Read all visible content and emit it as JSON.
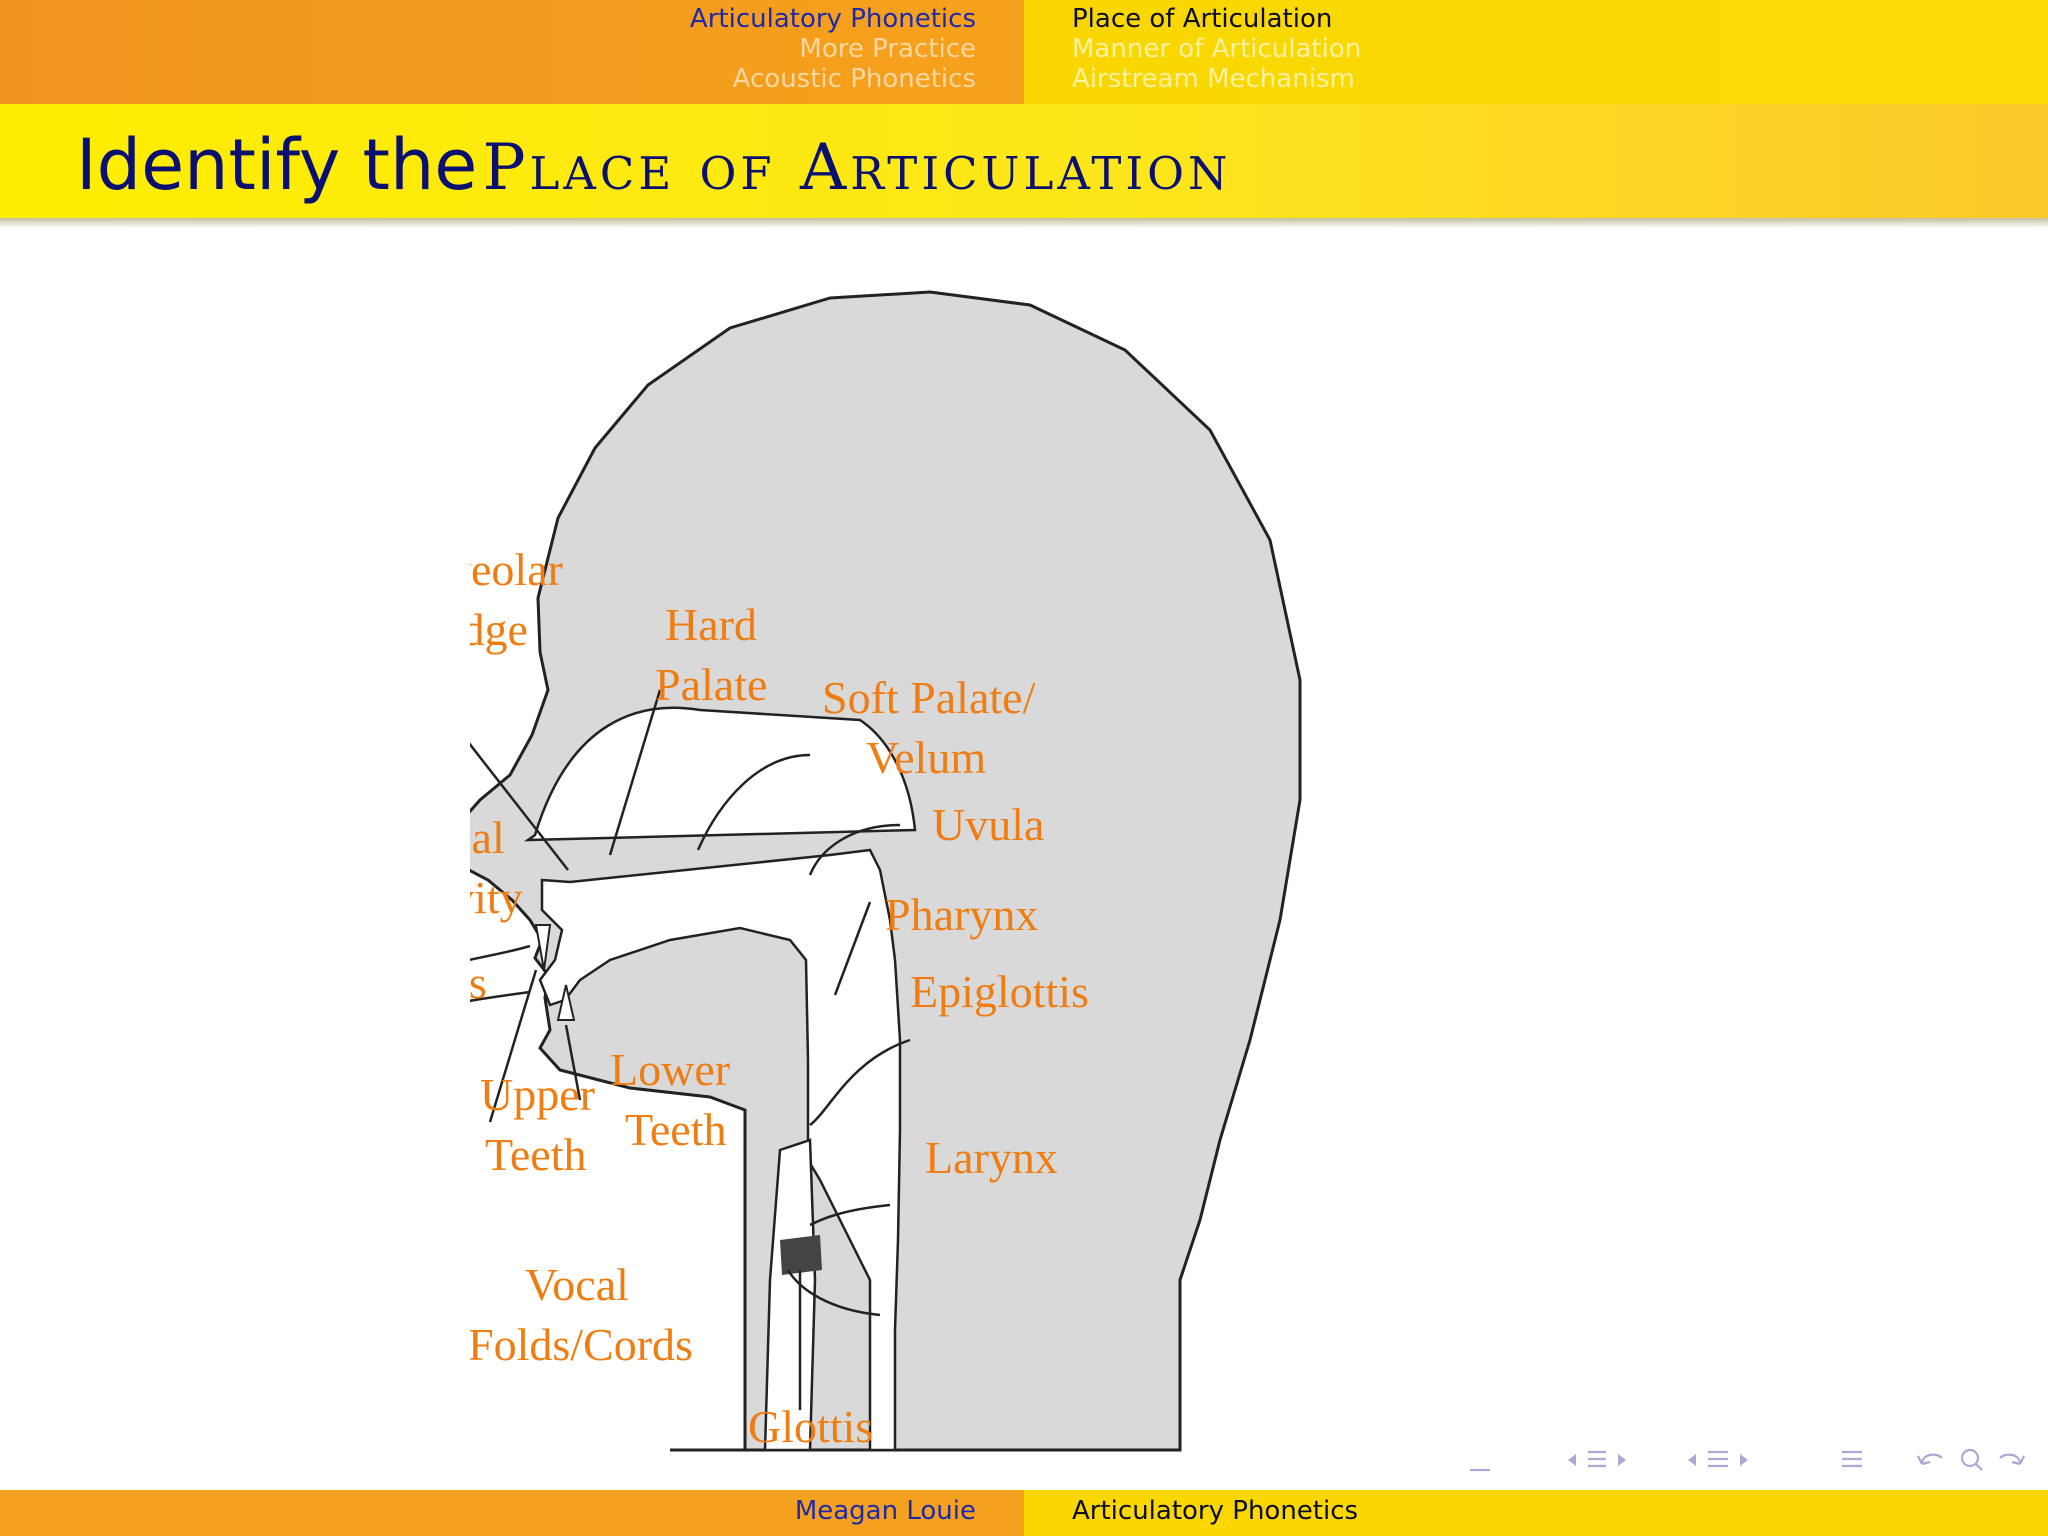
{
  "header": {
    "sections_left": [
      {
        "label": "Articulatory Phonetics",
        "active": true
      },
      {
        "label": "More Practice",
        "active": false
      },
      {
        "label": "Acoustic Phonetics",
        "active": false
      }
    ],
    "sections_right": [
      {
        "label": "Place of Articulation",
        "active": true
      },
      {
        "label": "Manner of Articulation",
        "active": false
      },
      {
        "label": "Airstream Mechanism",
        "active": false
      }
    ]
  },
  "slide": {
    "title_prefix": "Identify the",
    "title_emphasis": "Place of Articulation"
  },
  "diagram": {
    "labels": {
      "alveolar_1": "Alveolar",
      "alveolar_2": "Ridge",
      "hard_palate_1": "Hard",
      "hard_palate_2": "Palate",
      "soft_palate_1": "Soft Palate/",
      "soft_palate_2": "Velum",
      "uvula": "Uvula",
      "nasal_1": "Nasal",
      "nasal_2": "Cavity",
      "pharynx": "Pharynx",
      "lips": "Lips",
      "epiglottis": "Epiglottis",
      "upper_teeth_1": "Upper",
      "upper_teeth_2": "Teeth",
      "lower_teeth_1": "Lower",
      "lower_teeth_2": "Teeth",
      "larynx": "Larynx",
      "vocal_1": "Vocal",
      "vocal_2": "Folds/Cords",
      "glottis": "Glottis"
    }
  },
  "footer": {
    "author": "Meagan Louie",
    "short_title": "Articulatory Phonetics"
  },
  "colors": {
    "navy": "#0a1070",
    "label_orange": "#f07d12",
    "head_gray": "#d9d9d9"
  }
}
